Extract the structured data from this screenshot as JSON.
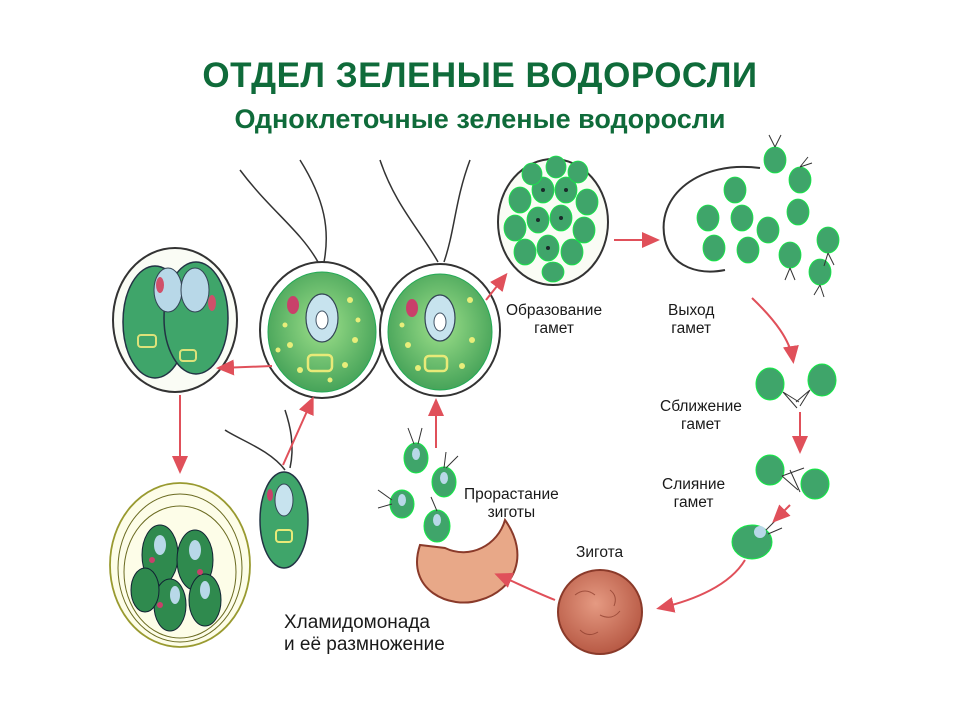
{
  "title": "ОТДЕЛ ЗЕЛЕНЫЕ ВОДОРОСЛИ",
  "subtitle": "Одноклеточные зеленые водоросли",
  "labels": {
    "gamete_formation_1": "Образование",
    "gamete_formation_2": "гамет",
    "gamete_release_1": "Выход",
    "gamete_release_2": "гамет",
    "gamete_approach_1": "Сближение",
    "gamete_approach_2": "гамет",
    "gamete_fusion_1": "Слияние",
    "gamete_fusion_2": "гамет",
    "zygote": "Зигота",
    "germination_1": "Прорастание",
    "germination_2": "зиготы",
    "caption_1": "Хламидомонада",
    "caption_2": "и  её размножение"
  },
  "colors": {
    "title": "#0f6b3a",
    "cell_green": "#3fa56a",
    "cell_light": "#8fd07a",
    "arrow": "#e0505a",
    "zygote": "#c9705a"
  }
}
